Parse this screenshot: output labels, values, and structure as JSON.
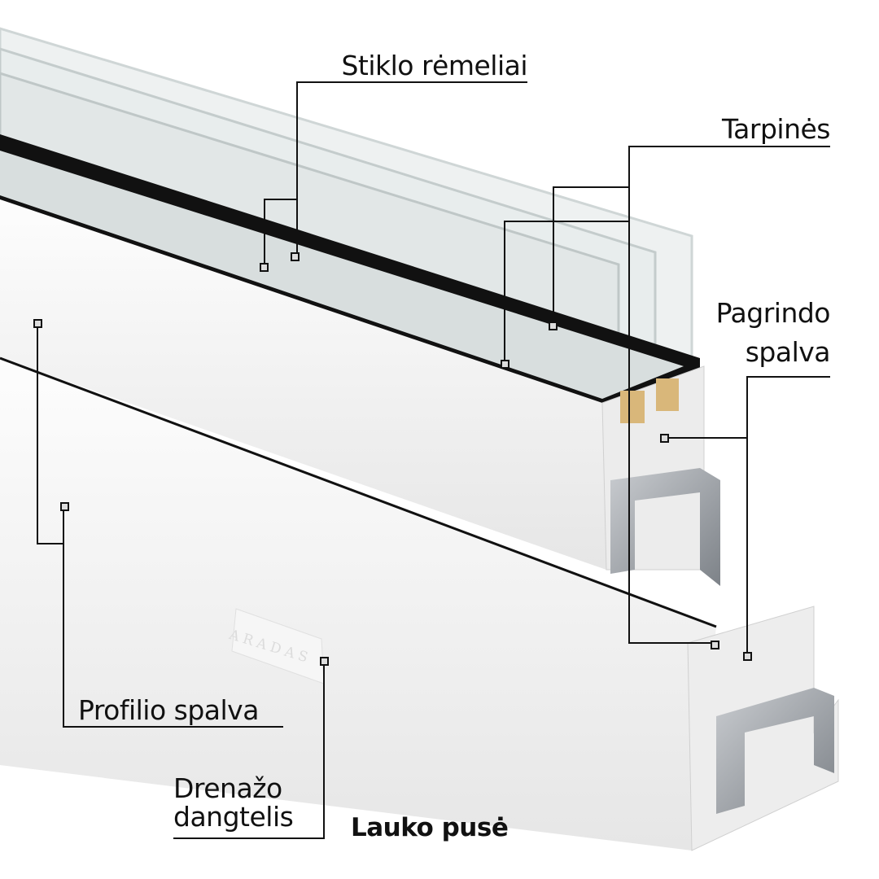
{
  "labels": {
    "glass_beads": "Stiklo rėmeliai",
    "gaskets": "Tarpinės",
    "base_color_line1": "Pagrindo",
    "base_color_line2": "spalva",
    "profile_color": "Profilio spalva",
    "drainage_cap_line1": "Drenažo",
    "drainage_cap_line2": "dangtelis",
    "outside": "Lauko pusė"
  },
  "logo_text": "ARADAS",
  "colors": {
    "line": "#111111",
    "profile": "#f4f4f4",
    "glass": "#e3e8e8",
    "gasket": "#111111",
    "steel": "#9a9ea3"
  }
}
